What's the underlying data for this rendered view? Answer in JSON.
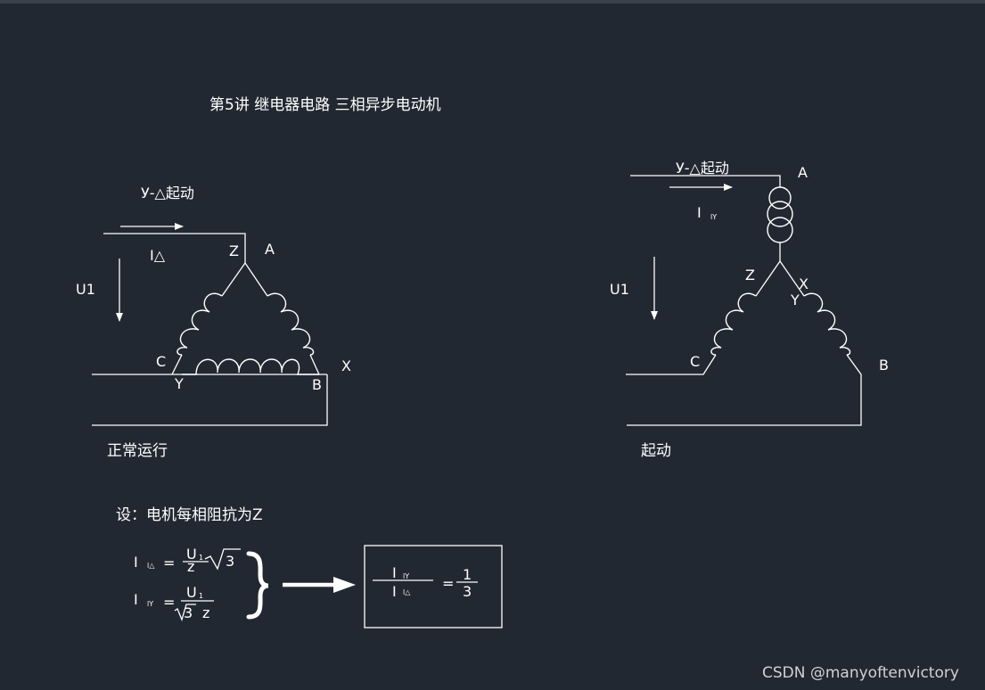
{
  "title": "第5讲  继电器电路  三相异步电动机",
  "left": {
    "start_label": "У-△起动",
    "current_label": "I△",
    "voltage": "U1",
    "terminals": {
      "Z": "Z",
      "A": "A",
      "C": "C",
      "Y": "Y",
      "X": "X",
      "B": "B"
    },
    "caption": "正常运行"
  },
  "right": {
    "start_label": "У-△起动",
    "current_main": "I",
    "current_sub": "lY",
    "voltage": "U1",
    "terminals": {
      "A": "A",
      "Z": "Z",
      "X": "X",
      "Y": "Y",
      "C": "C",
      "B": "B"
    },
    "caption": "起动"
  },
  "formulas": {
    "assumption": "设：电机每相阻抗为Z",
    "f1": {
      "lhs": "I",
      "lhs_sub": "l△",
      "eq": "=",
      "num": "U",
      "num_sub": "1",
      "den": "z",
      "root": "3"
    },
    "f2": {
      "lhs": "I",
      "lhs_sub": "lY",
      "eq": "=",
      "num": "U",
      "num_sub": "1",
      "root": "3",
      "den": "z"
    },
    "result": {
      "num": "I",
      "num_sub": "lY",
      "den": "I",
      "den_sub": "l△",
      "eq": "=",
      "rnum": "1",
      "rden": "3"
    }
  },
  "watermark": "CSDN @manyoftenvictory"
}
